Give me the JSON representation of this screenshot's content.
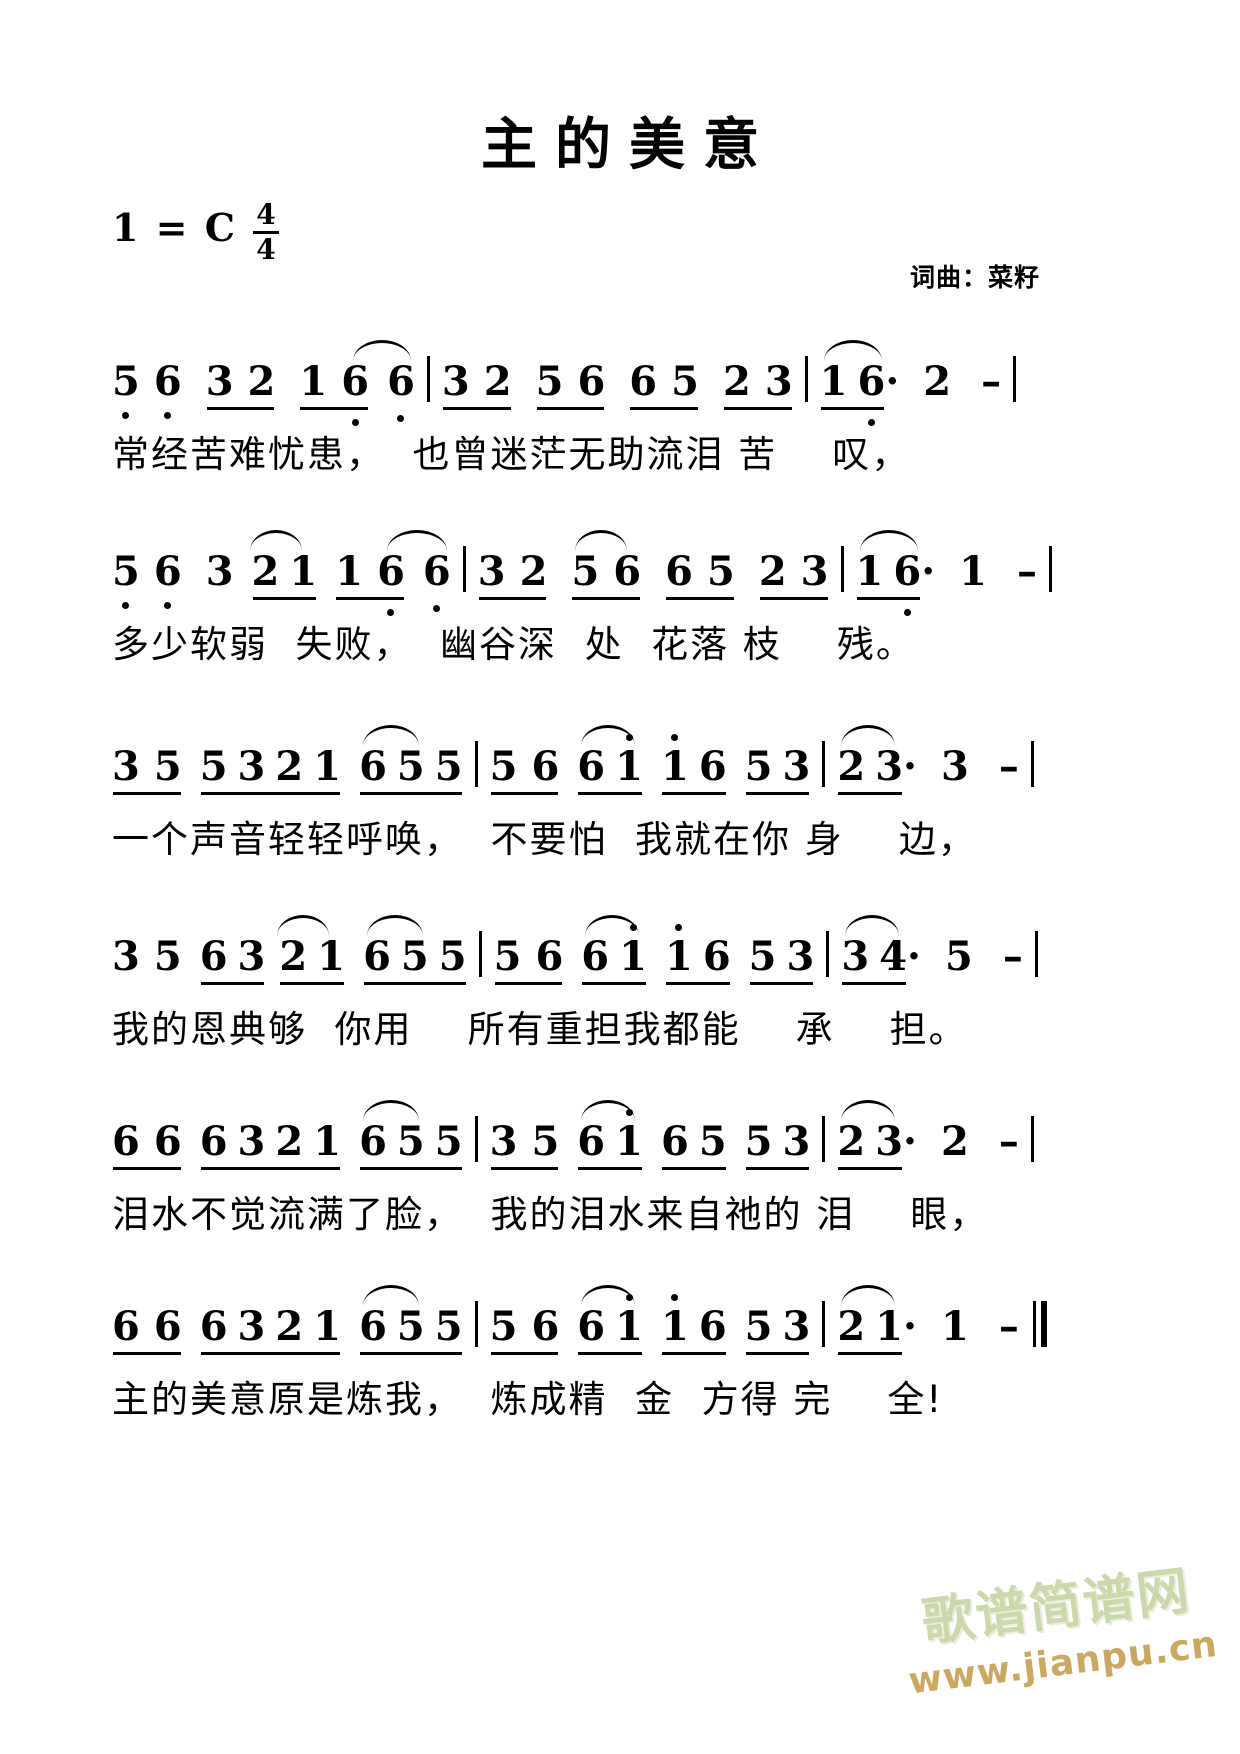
{
  "title": "主的美意",
  "key_label": "1 = C",
  "meter": {
    "numerator": "4",
    "denominator": "4"
  },
  "credit": "词曲：菜籽",
  "watermark": {
    "cn": "歌谱简谱网",
    "url": "www.jianpu.cn"
  },
  "lines": [
    {
      "id": "line-1",
      "measures": [
        {
          "notes": "5 6 3 2 1 6 6"
        },
        {
          "notes": "3 2 5 6 6 5 2 3"
        },
        {
          "notes": "1 6 · 2 -"
        }
      ],
      "notes_text": "5 6 3 2 1 6 6 | 3 2 5 6 6 5 2 3 | 1 6 · 2 -",
      "lyrics": "常经苦难忧患，  也曾迷茫无助流泪 苦    叹，"
    },
    {
      "id": "line-2",
      "measures": [
        {
          "notes": "5 6 3 2 1 1 6 6"
        },
        {
          "notes": "3 2 5 6 6 5 2 3"
        },
        {
          "notes": "1 6 · 1 -"
        }
      ],
      "notes_text": "5 6 3 2 1 1 6 6 | 3 2 5 6 6 5 2 3 | 1 6 · 1 -",
      "lyrics": "多少软弱  失败，  幽谷深  处  花落 枝    残。"
    },
    {
      "id": "line-3",
      "measures": [
        {
          "notes": "3 5 5 3 2 1 6 5 5"
        },
        {
          "notes": "5 6 6 1 1 6 5 3"
        },
        {
          "notes": "2 3 · 3 -"
        }
      ],
      "notes_text": "3 5 5 3 2 1 6 5 5 | 5 6 6 1 1 6 5 3 | 2 3 · 3 -",
      "lyrics": "一个声音轻轻呼唤，  不要怕  我就在你 身    边，"
    },
    {
      "id": "line-4",
      "measures": [
        {
          "notes": "3 5 6 3 2 1 6 5 5"
        },
        {
          "notes": "5 6 6 1 1 6 5 3"
        },
        {
          "notes": "3 4 · 5 -"
        }
      ],
      "notes_text": "3 5 6 3 2 1 6 5 5 | 5 6 6 1 1 6 5 3 | 3 4 · 5 -",
      "lyrics": "我的恩典够  你用    所有重担我都能    承    担。"
    },
    {
      "id": "line-5",
      "measures": [
        {
          "notes": "6 6 6 3 2 1 6 5 5"
        },
        {
          "notes": "3 5 6 1 6 5 5 3"
        },
        {
          "notes": "2 3 · 2 -"
        }
      ],
      "notes_text": "6 6 6 3 2 1 6 5 5 | 3 5 6 1 6 5 5 3 | 2 3 · 2 -",
      "lyrics": "泪水不觉流满了脸，  我的泪水来自祂的 泪    眼，"
    },
    {
      "id": "line-6",
      "measures": [
        {
          "notes": "6 6 6 3 2 1 6 5 5"
        },
        {
          "notes": "5 6 6 1 1 6 5 3"
        },
        {
          "notes": "2 1 · 1 -"
        }
      ],
      "notes_text": "6 6 6 3 2 1 6 5 5 | 5 6 6 1 1 6 5 3 | 2 1 · 1 -",
      "lyrics": "主的美意原是炼我，  炼成精  金  方得 完    全!"
    }
  ]
}
